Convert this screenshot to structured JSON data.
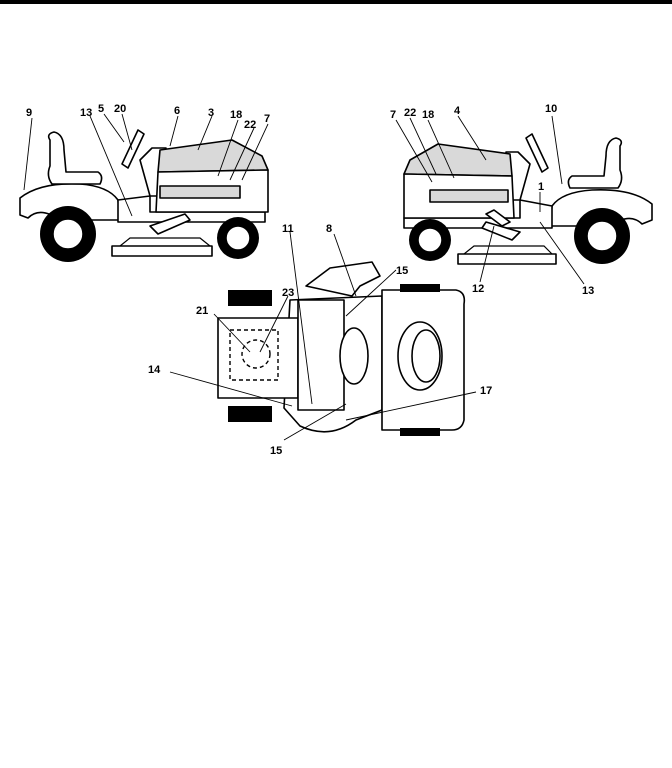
{
  "colors": {
    "line": "#000000",
    "decal_fill": "#d9d9d9",
    "background": "#ffffff"
  },
  "callouts": {
    "left_view": {
      "c9": "9",
      "c13": "13",
      "c5": "5",
      "c20": "20",
      "c6": "6",
      "c3": "3",
      "c18": "18",
      "c22": "22",
      "c7": "7"
    },
    "right_view": {
      "c7": "7",
      "c22": "22",
      "c18": "18",
      "c4": "4",
      "c10": "10",
      "c1": "1",
      "c12": "12",
      "c13": "13"
    },
    "top_view": {
      "c11": "11",
      "c8": "8",
      "c15a": "15",
      "c23": "23",
      "c21": "21",
      "c14": "14",
      "c17": "17",
      "c15b": "15"
    }
  }
}
